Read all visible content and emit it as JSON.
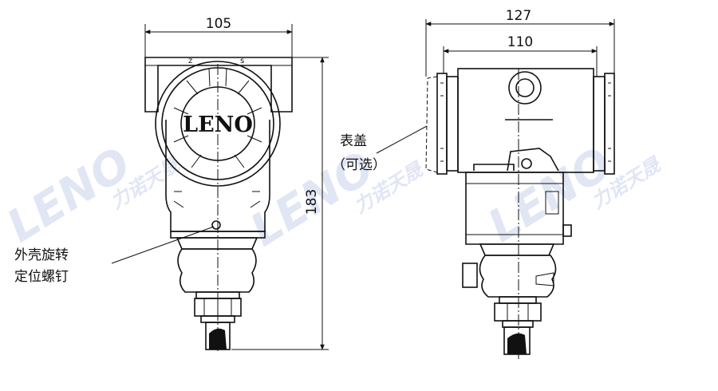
{
  "dimensions": {
    "front_width": "105",
    "side_total_width": "127",
    "side_body_width": "110",
    "height": "183"
  },
  "logo_text": "LENO",
  "watermark": {
    "main": "LENO",
    "cn": "力诺天晟"
  },
  "callouts": {
    "cover_line1": "表盖",
    "cover_line2": "（可选）",
    "screw_line1": "外壳旋转",
    "screw_line2": "定位螺钉"
  },
  "colors": {
    "line": "#111111",
    "watermark": "#c9d2ee"
  }
}
